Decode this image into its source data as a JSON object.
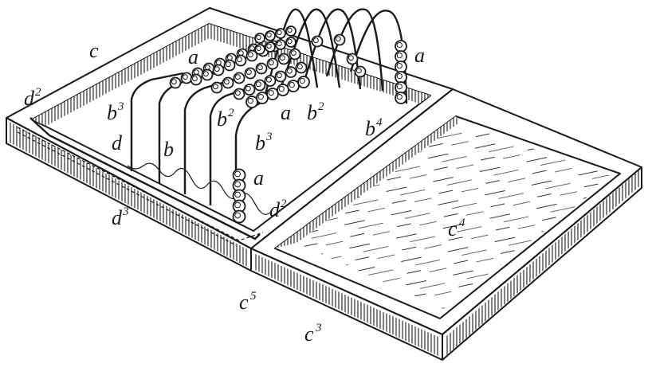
{
  "labels": [
    {
      "id": "c",
      "letter": "c",
      "sup": ""
    },
    {
      "id": "d2a",
      "letter": "d",
      "sup": "2"
    },
    {
      "id": "d2b",
      "letter": "d",
      "sup": "2"
    },
    {
      "id": "d",
      "letter": "d",
      "sup": ""
    },
    {
      "id": "d3",
      "letter": "d",
      "sup": "3"
    },
    {
      "id": "b",
      "letter": "b",
      "sup": ""
    },
    {
      "id": "b3a",
      "letter": "b",
      "sup": "3"
    },
    {
      "id": "b3b",
      "letter": "b",
      "sup": "3"
    },
    {
      "id": "b2a",
      "letter": "b",
      "sup": "2"
    },
    {
      "id": "b2b",
      "letter": "b",
      "sup": "2"
    },
    {
      "id": "b4",
      "letter": "b",
      "sup": "4"
    },
    {
      "id": "a1",
      "letter": "a",
      "sup": ""
    },
    {
      "id": "a2",
      "letter": "a",
      "sup": ""
    },
    {
      "id": "a3",
      "letter": "a",
      "sup": ""
    },
    {
      "id": "a4",
      "letter": "a",
      "sup": ""
    },
    {
      "id": "c3",
      "letter": "c",
      "sup": "3"
    },
    {
      "id": "c4",
      "letter": "c",
      "sup": "4"
    },
    {
      "id": "c5",
      "letter": "c",
      "sup": "5"
    }
  ]
}
